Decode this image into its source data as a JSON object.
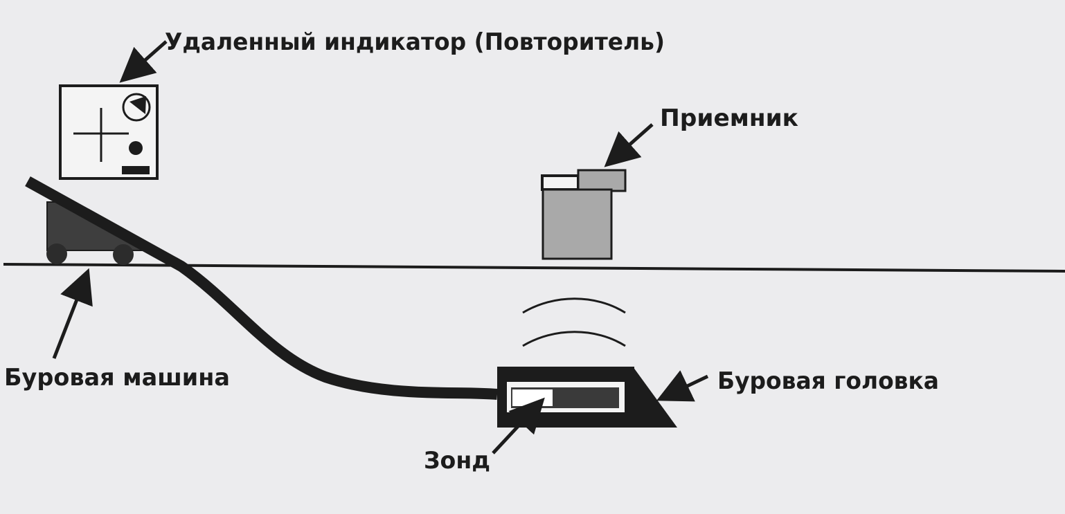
{
  "labels": {
    "remote_indicator": "Удаленный индикатор (Повторитель)",
    "receiver": "Приемник",
    "drill_rig": "Буровая машина",
    "drill_head": "Буровая головка",
    "probe": "Зонд"
  },
  "colors": {
    "background": "#ececee",
    "ink": "#1c1c1c",
    "receiver_fill": "#a9a9a9",
    "rig_fill": "#3e3e3e",
    "probe_slot_fill": "#3a3a3a",
    "probe_fill": "#ffffff"
  }
}
